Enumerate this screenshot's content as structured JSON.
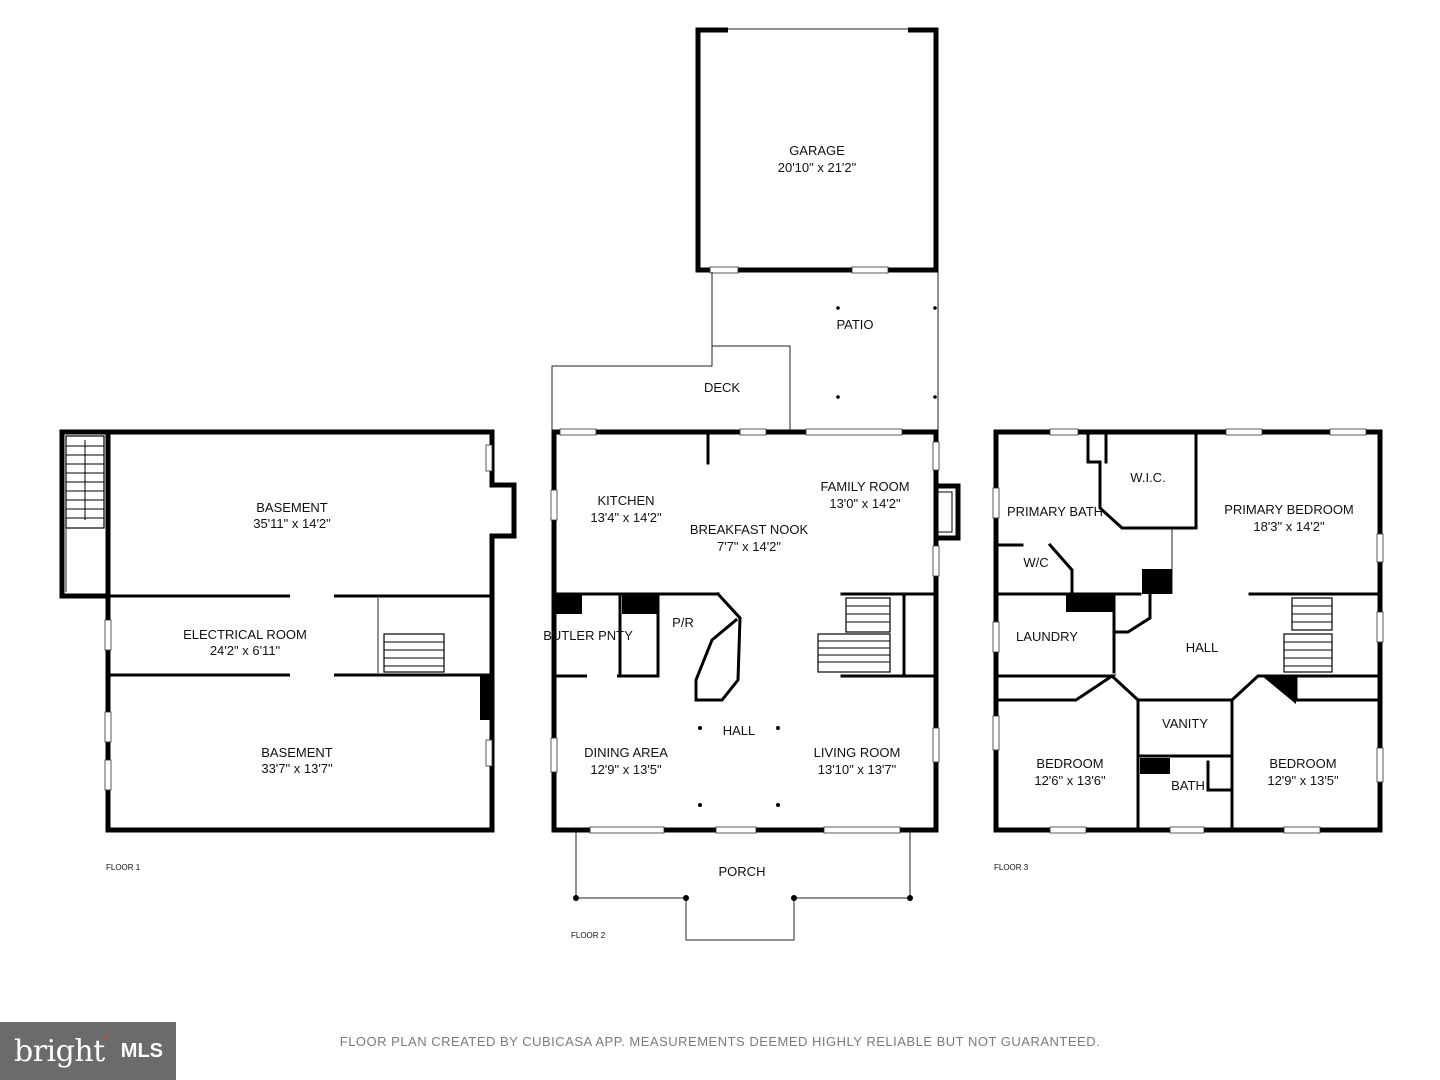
{
  "floors": [
    {
      "label": "FLOOR 1",
      "rooms": [
        {
          "name": "BASEMENT",
          "size": "35'11\" x 14'2\""
        },
        {
          "name": "ELECTRICAL ROOM",
          "size": "24'2\" x 6'11\""
        },
        {
          "name": "BASEMENT",
          "size": "33'7\" x 13'7\""
        }
      ]
    },
    {
      "label": "FLOOR 2",
      "rooms": [
        {
          "name": "GARAGE",
          "size": "20'10\" x 21'2\""
        },
        {
          "name": "PATIO",
          "size": ""
        },
        {
          "name": "DECK",
          "size": ""
        },
        {
          "name": "KITCHEN",
          "size": "13'4\" x 14'2\""
        },
        {
          "name": "BREAKFAST NOOK",
          "size": "7'7\" x 14'2\""
        },
        {
          "name": "FAMILY ROOM",
          "size": "13'0\" x 14'2\""
        },
        {
          "name": "BUTLER PNTY",
          "size": ""
        },
        {
          "name": "P/R",
          "size": ""
        },
        {
          "name": "HALL",
          "size": ""
        },
        {
          "name": "DINING AREA",
          "size": "12'9\" x 13'5\""
        },
        {
          "name": "LIVING ROOM",
          "size": "13'10\" x 13'7\""
        },
        {
          "name": "PORCH",
          "size": ""
        }
      ]
    },
    {
      "label": "FLOOR 3",
      "rooms": [
        {
          "name": "W.I.C.",
          "size": ""
        },
        {
          "name": "PRIMARY BATH",
          "size": ""
        },
        {
          "name": "PRIMARY BEDROOM",
          "size": "18'3\" x 14'2\""
        },
        {
          "name": "W/C",
          "size": ""
        },
        {
          "name": "LAUNDRY",
          "size": ""
        },
        {
          "name": "HALL",
          "size": ""
        },
        {
          "name": "VANITY",
          "size": ""
        },
        {
          "name": "BEDROOM",
          "size": "12'6\" x 13'6\""
        },
        {
          "name": "BATH",
          "size": ""
        },
        {
          "name": "BEDROOM",
          "size": "12'9\" x 13'5\""
        }
      ]
    }
  ],
  "footer": {
    "disclaimer": "FLOOR PLAN CREATED BY CUBICASA APP. MEASUREMENTS DEEMED HIGHLY RELIABLE BUT NOT GUARANTEED.",
    "logo_word": "bright",
    "logo_mls": "MLS"
  },
  "colors": {
    "wall": "#000000",
    "background": "#ffffff",
    "disclaimer_text": "#7a7a7a",
    "logo_bg": "#6b6b6b",
    "logo_accent": "#e0443a"
  }
}
